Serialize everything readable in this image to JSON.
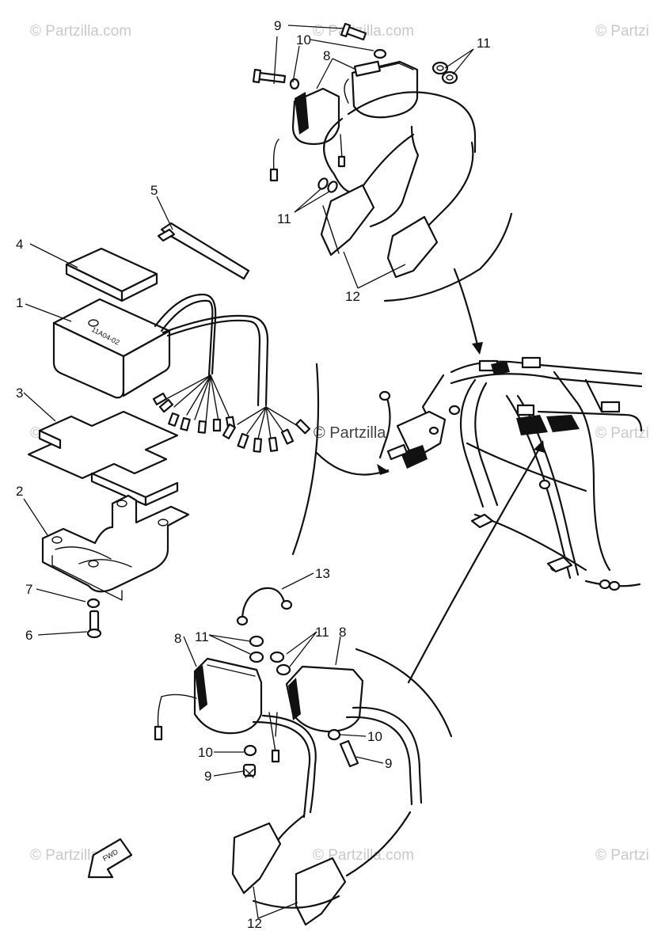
{
  "watermark": {
    "text": "© Partzilla.com",
    "center_text": "© Partzilla",
    "short_right": "© Partzi"
  },
  "callouts": {
    "c1": "1",
    "c2": "2",
    "c3": "3",
    "c4": "4",
    "c5": "5",
    "c6": "6",
    "c7": "7",
    "c8a": "8",
    "c8b": "8",
    "c8c": "8",
    "c9a": "9",
    "c9b": "9",
    "c9c": "9",
    "c10a": "10",
    "c10b": "10",
    "c10c": "10",
    "c11a": "11",
    "c11b": "11",
    "c11c": "11",
    "c11d": "11",
    "c12a": "12",
    "c12b": "12",
    "c13": "13"
  },
  "cdi_unit_label": "11A04-02",
  "fwd_label": "FWD"
}
